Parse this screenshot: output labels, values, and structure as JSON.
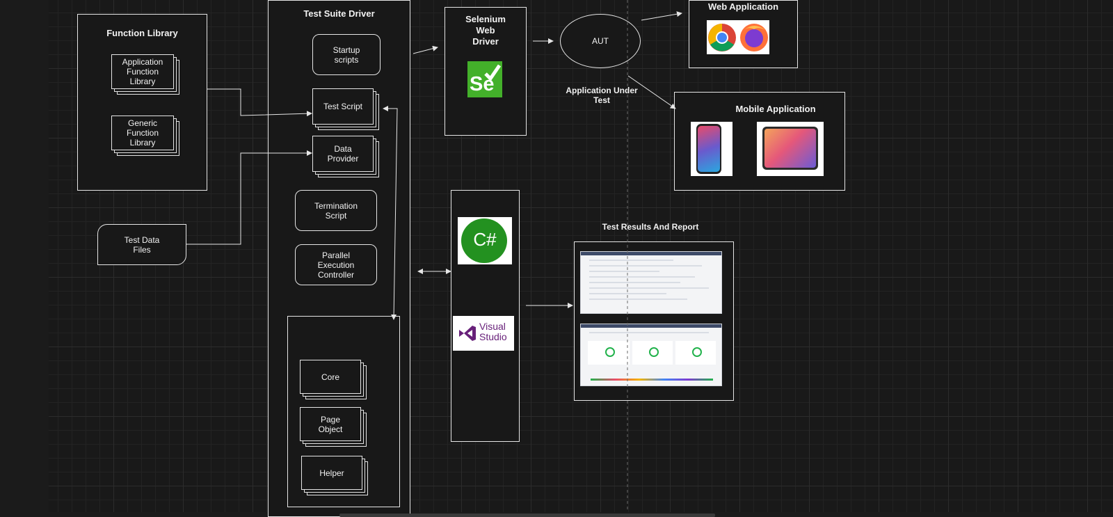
{
  "function_library": {
    "title": "Function Library",
    "items": [
      "Application\nFunction\nLibrary",
      "Generic\nFunction\nLibrary"
    ]
  },
  "test_data": {
    "label": "Test Data\nFiles"
  },
  "test_suite_driver": {
    "title": "Test Suite Driver",
    "startup": "Startup\nscripts",
    "test_script": "Test Script",
    "data_provider": "Data\nProvider",
    "termination": "Termination\nScript",
    "parallel": "Parallel\nExecution\nController",
    "framework": [
      "Core",
      "Page\nObject",
      "Helper"
    ]
  },
  "selenium": {
    "title": "Selenium\nWeb\nDriver",
    "logo_text": "Se"
  },
  "aut": {
    "label": "AUT",
    "caption": "Application Under\nTest"
  },
  "web_app": {
    "title": "Web Application"
  },
  "mobile_app": {
    "title": "Mobile Application"
  },
  "tools": {
    "csharp": "C#",
    "vs_line1": "Visual",
    "vs_line2": "Studio"
  },
  "report": {
    "title": "Test Results And Report"
  },
  "colors": {
    "selenium_green": "#43b02a",
    "csharp_green": "#239120",
    "vs_purple": "#68217a",
    "line": "#e6e6e6"
  }
}
